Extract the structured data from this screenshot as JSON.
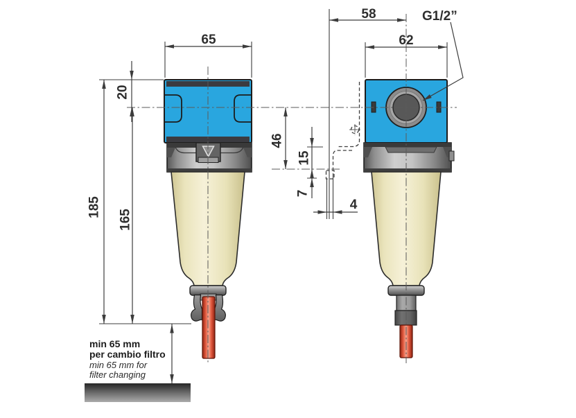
{
  "dimensions": {
    "head_width": "65",
    "head_height": "20",
    "overall_height": "185",
    "bowl_height": "165",
    "port_offset": "58",
    "body_width": "62",
    "port_thread": "G1/2”",
    "centerline_to_base": "46",
    "bracket_step": "15",
    "bracket_hole": "7",
    "bracket_slot": "4"
  },
  "clearance_note": {
    "line1": "min 65 mm",
    "line2": "per cambio filtro",
    "line3": "min 65 mm for",
    "line4": "filter changing"
  },
  "colors": {
    "body_blue": "#29A6DF",
    "bowl_cream": "#F4EFD4",
    "drain_red": "#E0573C",
    "metal_gray": "#9A9A9A",
    "line": "#3C3C3C"
  }
}
